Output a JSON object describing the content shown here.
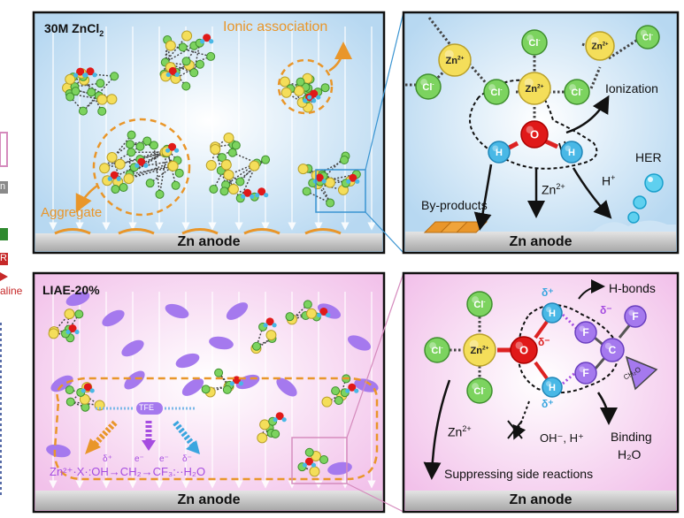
{
  "colors": {
    "top_bg": "#cfe6f7",
    "bottom_bg": "#f5c9ee",
    "zn_atom": "#f4de5a",
    "cl_atom": "#7cd35f",
    "oxygen": "#e01919",
    "hydrogen": "#49b8e6",
    "tfe_ellipse": "#a579ee",
    "aggregate_orange": "#e9962a",
    "anode_gray": "#c8c8c8",
    "frame_blue": "#4a90c2",
    "frame_pink": "#d58bbd"
  },
  "top_left": {
    "title": "30M ZnCl",
    "title_sub": "2",
    "ionic_association": "Ionic association",
    "aggregate": "Aggregate",
    "anode": "Zn anode"
  },
  "top_right": {
    "ionization": "Ionization",
    "byproducts": "By-products",
    "zn2plus": "Zn",
    "zn2plus_sup": "2+",
    "hplus": "H",
    "hplus_sup": "+",
    "her": "HER",
    "anode": "Zn anode",
    "atom_zn": "Zn",
    "atom_zn_sup": "2+",
    "atom_cl": "Cl",
    "atom_cl_sup": "-",
    "atom_o": "O",
    "atom_h": "H"
  },
  "bottom_left": {
    "title": "LIAE-20%",
    "tfe": "TFE",
    "chain": "Zn²⁺·X·:OH→CH₂→CF₃:··H₂O",
    "delta_plus": "δ⁺",
    "e_minus": "e⁻",
    "delta_minus": "δ⁻",
    "anode": "Zn anode"
  },
  "bottom_right": {
    "hbonds": "H-bonds",
    "zn2plus": "Zn",
    "zn2plus_sup": "2+",
    "oh_h": "OH⁻, H⁺",
    "binding": "Binding",
    "binding_h2o": "H₂O",
    "suppressing": "Suppressing side reactions",
    "anode": "Zn anode",
    "delta_plus": "δ⁺",
    "delta_minus": "δ⁻",
    "atom_f": "F",
    "atom_c": "C",
    "ch2o": "CH₂O"
  },
  "edge_fragments": {
    "fragment_n": "n",
    "fragment_r": "R",
    "fragment_aline": "aline"
  }
}
